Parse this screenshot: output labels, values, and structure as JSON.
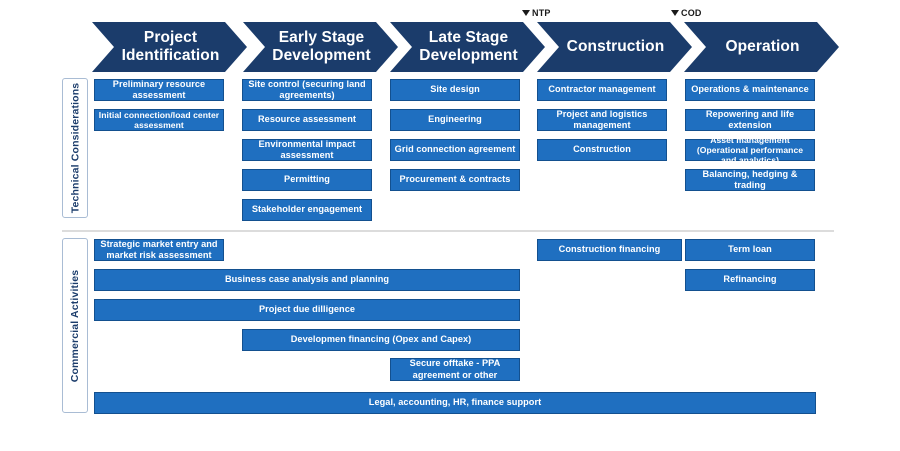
{
  "phases": [
    {
      "id": "project-identification",
      "label": "Project\nIdentification",
      "line1": "Project",
      "line2": "Identification"
    },
    {
      "id": "early-stage-development",
      "label": "Early Stage\nDevelopment",
      "line1": "Early Stage",
      "line2": "Development"
    },
    {
      "id": "late-stage-development",
      "label": "Late Stage\nDevelopment",
      "line1": "Late Stage",
      "line2": "Development"
    },
    {
      "id": "construction",
      "label": "Construction",
      "line1": "Construction",
      "line2": ""
    },
    {
      "id": "operation",
      "label": "Operation",
      "line1": "Operation",
      "line2": ""
    }
  ],
  "milestones": [
    {
      "id": "ntp",
      "label": "NTP"
    },
    {
      "id": "cod",
      "label": "COD"
    }
  ],
  "sections": [
    {
      "id": "technical-considerations",
      "label": "Technical Considerations"
    },
    {
      "id": "commercial-activities",
      "label": "Commercial Activities"
    }
  ],
  "technical": {
    "label": "Technical Considerations",
    "columns": [
      {
        "phase": "Project Identification",
        "items": [
          "Preliminary resource assessment",
          "Initial connection/load center assessment"
        ]
      },
      {
        "phase": "Early Stage Development",
        "items": [
          "Site control (securing land agreements)",
          "Resource assessment",
          "Environmental impact assessment",
          "Permitting",
          "Stakeholder engagement"
        ]
      },
      {
        "phase": "Late Stage Development",
        "items": [
          "Site design",
          "Engineering",
          "Grid connection agreement",
          "Procurement & contracts"
        ]
      },
      {
        "phase": "Construction",
        "items": [
          "Contractor management",
          "Project and logistics management",
          "Construction"
        ]
      },
      {
        "phase": "Operation",
        "items": [
          "Operations & maintenance",
          "Repowering and life extension",
          "Asset management (Operational performance and analytics)",
          "Balancing, hedging & trading"
        ]
      }
    ]
  },
  "commercial": {
    "label": "Commercial Activities",
    "bars": [
      {
        "id": "strategic-market-entry",
        "text": "Strategic market entry and market risk assessment"
      },
      {
        "id": "business-case-analysis",
        "text": "Business case analysis and planning"
      },
      {
        "id": "project-due-dilligence",
        "text": "Project due dilligence"
      },
      {
        "id": "development-financing",
        "text": "Developmen financing (Opex and Capex)"
      },
      {
        "id": "secure-offtake-ppa",
        "text": "Secure offtake - PPA agreement or other"
      },
      {
        "id": "construction-financing",
        "text": "Construction financing"
      },
      {
        "id": "term-loan",
        "text": "Term loan"
      },
      {
        "id": "refinancing",
        "text": "Refinancing"
      },
      {
        "id": "legal-accounting-support",
        "text": "Legal, accounting, HR, finance support"
      }
    ]
  },
  "colors": {
    "chevron": "#1b3c6b",
    "box": "#1f6fc0",
    "box_border": "#13508f",
    "rail_border": "#a9bcd4",
    "rail_text": "#1b3c6b",
    "divider": "#dcdcdc",
    "background": "#ffffff",
    "box_text": "#ffffff"
  }
}
